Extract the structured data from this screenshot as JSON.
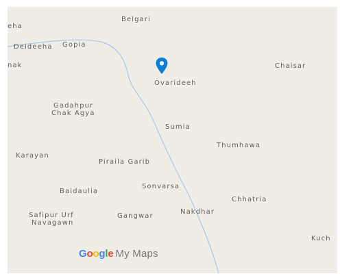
{
  "map": {
    "places": [
      {
        "id": "belgari",
        "text": "Belgari"
      },
      {
        "id": "eha",
        "text": "eha"
      },
      {
        "id": "deideeha",
        "text": "Deideeha"
      },
      {
        "id": "gopia",
        "text": "Gopia"
      },
      {
        "id": "nak",
        "text": "nak"
      },
      {
        "id": "chaisar",
        "text": "Chaisar"
      },
      {
        "id": "ovarideeh",
        "text": "Ovarideeh"
      },
      {
        "id": "gadahpur",
        "text": "Gadahpur"
      },
      {
        "id": "chak-agya",
        "text": "Chak Agya"
      },
      {
        "id": "sumia",
        "text": "Sumia"
      },
      {
        "id": "thumhawa",
        "text": "Thumhawa"
      },
      {
        "id": "karayan",
        "text": "Karayan"
      },
      {
        "id": "piraila-garib",
        "text": "Piraila Garib"
      },
      {
        "id": "sonvarsa",
        "text": "Sonvarsa"
      },
      {
        "id": "baidaulia",
        "text": "Baidaulia"
      },
      {
        "id": "chhatria",
        "text": "Chhatria"
      },
      {
        "id": "safipur-urf",
        "text": "Safipur Urf"
      },
      {
        "id": "navagawn",
        "text": "Navagawn"
      },
      {
        "id": "gangwar",
        "text": "Gangwar"
      },
      {
        "id": "nakdhar",
        "text": "Nakdhar"
      },
      {
        "id": "kuch",
        "text": "Kuch"
      }
    ],
    "marker": {
      "icon": "map-pin-icon",
      "color": "#0a7fd4"
    },
    "river_color": "#a9c8e6",
    "background_color": "#efede6"
  },
  "branding": {
    "letters": [
      {
        "ch": "G",
        "color": "#4285f4"
      },
      {
        "ch": "o",
        "color": "#ea4335"
      },
      {
        "ch": "o",
        "color": "#fbbc05"
      },
      {
        "ch": "g",
        "color": "#4285f4"
      },
      {
        "ch": "l",
        "color": "#34a853"
      },
      {
        "ch": "e",
        "color": "#ea4335"
      }
    ],
    "product": "My Maps"
  }
}
